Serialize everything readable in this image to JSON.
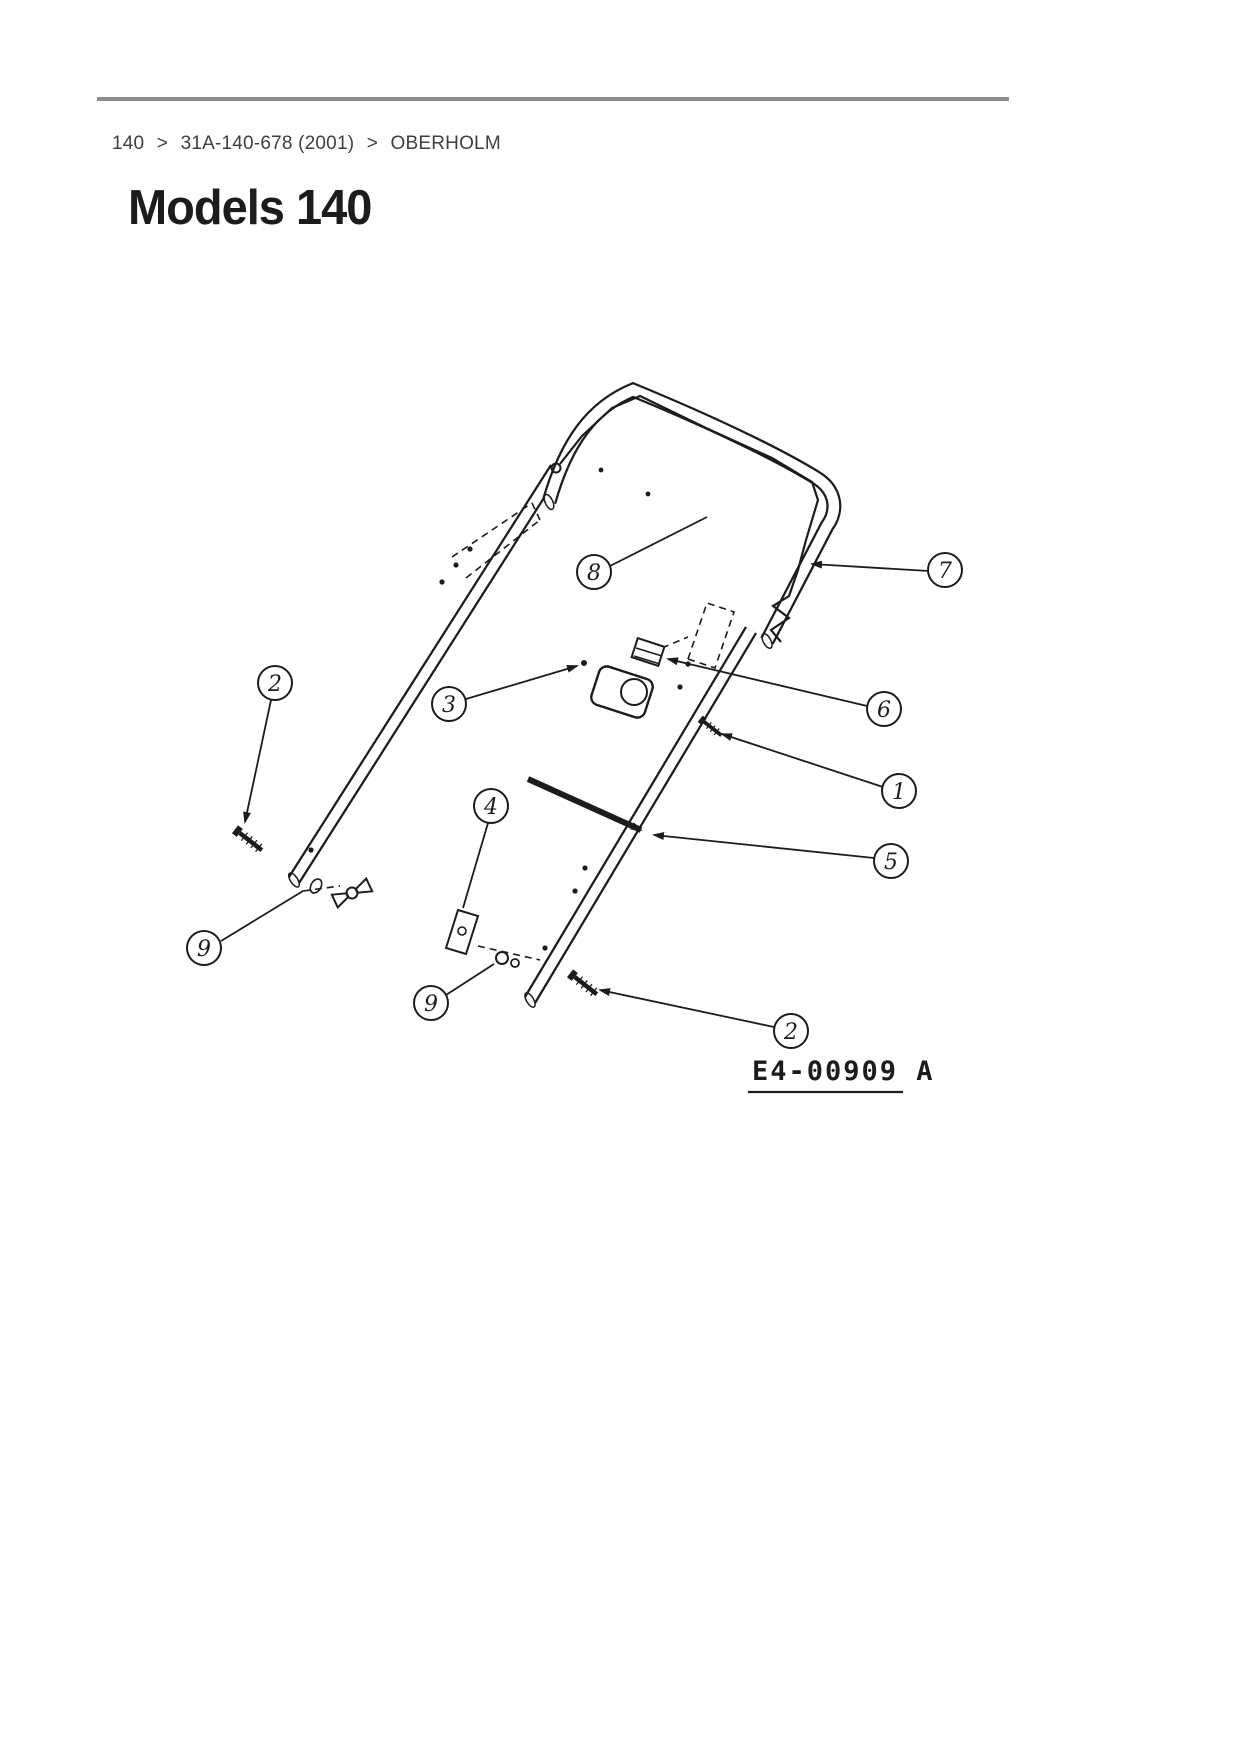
{
  "colors": {
    "ink": "#1c1c1c",
    "rule": "#8d8d8d",
    "muted": "#3f3f3f"
  },
  "page": {
    "breadcrumb": {
      "items": [
        "140",
        "31A-140-678 (2001)",
        "OBERHOLM"
      ],
      "separator": ">"
    },
    "title": "Models 140"
  },
  "diagram": {
    "drawing_number": "E4-00909 A",
    "callouts": [
      {
        "id": "callout-part-8",
        "label": "8"
      },
      {
        "id": "callout-part-7",
        "label": "7"
      },
      {
        "id": "callout-part-2-upper",
        "label": "2"
      },
      {
        "id": "callout-part-3",
        "label": "3"
      },
      {
        "id": "callout-part-6",
        "label": "6"
      },
      {
        "id": "callout-part-1",
        "label": "1"
      },
      {
        "id": "callout-part-4",
        "label": "4"
      },
      {
        "id": "callout-part-5",
        "label": "5"
      },
      {
        "id": "callout-part-9-left",
        "label": "9"
      },
      {
        "id": "callout-part-9-bottom",
        "label": "9"
      },
      {
        "id": "callout-part-2-lower",
        "label": "2"
      }
    ]
  }
}
